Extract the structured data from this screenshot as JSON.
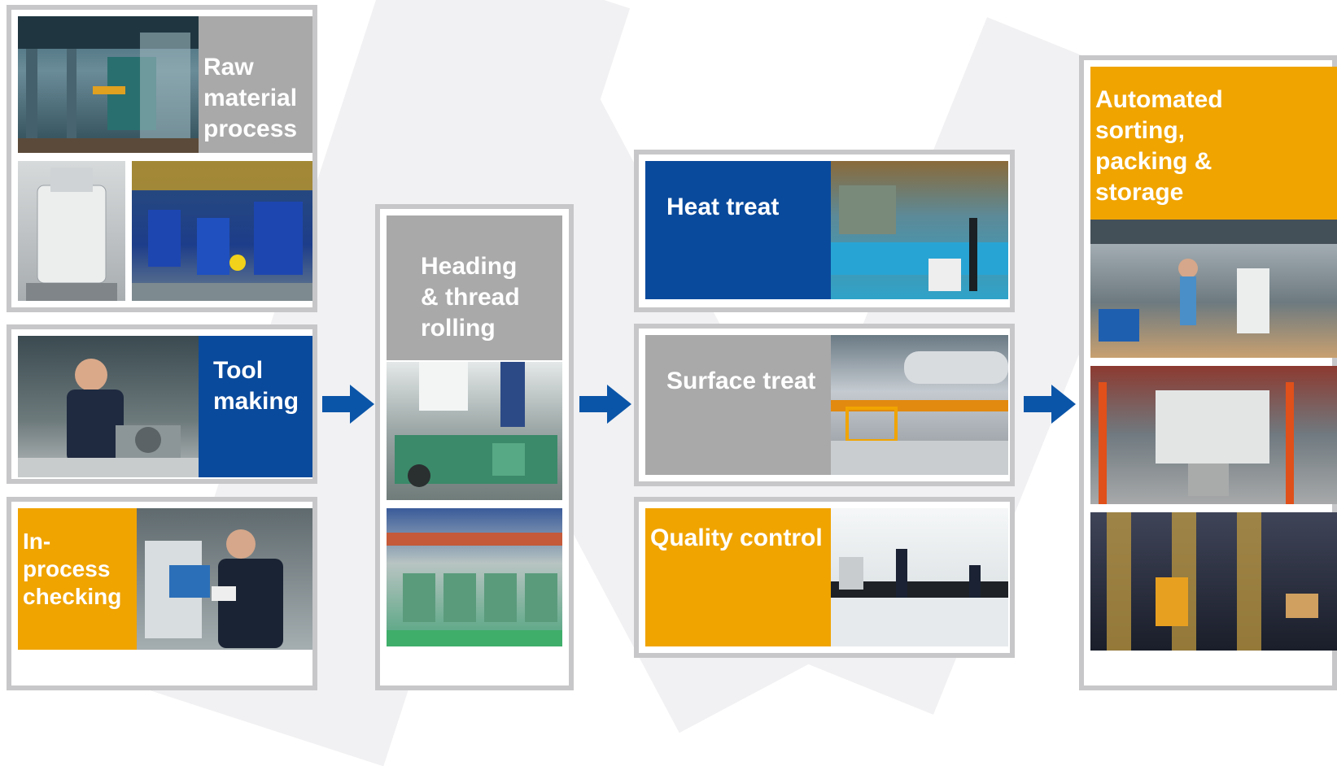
{
  "colors": {
    "blue": "#0a4a9c",
    "gray": "#a9a9aa",
    "orange": "#f0a400",
    "frame": "#c7c7c9",
    "arrow": "#0b55a8"
  },
  "steps": {
    "raw_material": {
      "label": "Raw\nmaterial\nprocess"
    },
    "tool_making": {
      "label": "Tool\nmaking"
    },
    "in_process": {
      "label": "In-\nprocess\nchecking"
    },
    "heading": {
      "label": "Heading\n& thread\nrolling"
    },
    "heat_treat": {
      "label": "Heat treat"
    },
    "surface_treat": {
      "label": "Surface treat"
    },
    "quality_control": {
      "label": "Quality control"
    },
    "automated": {
      "label": "Automated\nsorting,\npacking &\nstorage"
    }
  },
  "arrows": [
    "arrow-right-icon",
    "arrow-right-icon",
    "arrow-right-icon"
  ]
}
